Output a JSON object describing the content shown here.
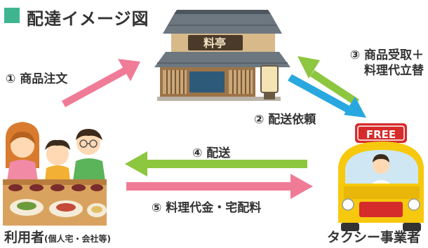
{
  "title": "配達イメージ図",
  "colors": {
    "title_mark": "#3fb58f",
    "arrow_pink": "#f07b97",
    "arrow_green": "#8dc63f",
    "arrow_blue": "#29a8e0",
    "taxi_yellow": "#f6c90e",
    "taxi_free_sign": "#d62b2b"
  },
  "steps": {
    "order": "① 商品注文",
    "pickup": "③ 商品受取＋",
    "pickup_line2": "料理代立替",
    "request": "② 配送依頼",
    "deliver": "④ 配送",
    "payment": "⑤ 料理代金・宅配料"
  },
  "actors": {
    "shop_sign": "料亭",
    "taxi_sign": "FREE",
    "user_label": "利用者",
    "user_note": "(個人宅・会社等)",
    "taxi_company": "タクシー事業者"
  },
  "icons": [
    "restaurant-building-icon",
    "taxi-icon",
    "family-dining-icon"
  ]
}
